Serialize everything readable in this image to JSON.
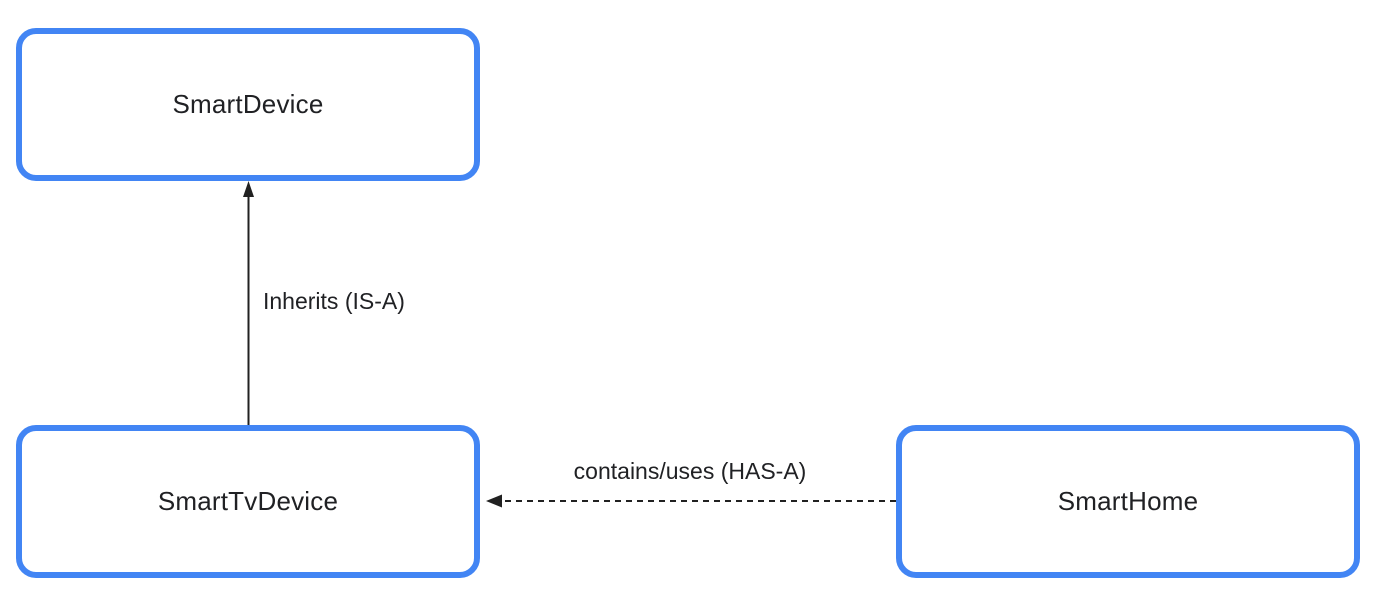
{
  "diagram": {
    "colors": {
      "accent_border": "#4285f4",
      "text": "#202124",
      "arrow": "#212121",
      "background": "#ffffff"
    },
    "nodes": [
      {
        "id": "smart-device",
        "label": "SmartDevice"
      },
      {
        "id": "smart-tv-device",
        "label": "SmartTvDevice"
      },
      {
        "id": "smart-home",
        "label": "SmartHome"
      }
    ],
    "edges": [
      {
        "from": "SmartTvDevice",
        "to": "SmartDevice",
        "label": "Inherits (IS-A)",
        "style": "solid",
        "direction": "up"
      },
      {
        "from": "SmartHome",
        "to": "SmartTvDevice",
        "label": "contains/uses (HAS-A)",
        "style": "dashed",
        "direction": "left"
      }
    ]
  }
}
